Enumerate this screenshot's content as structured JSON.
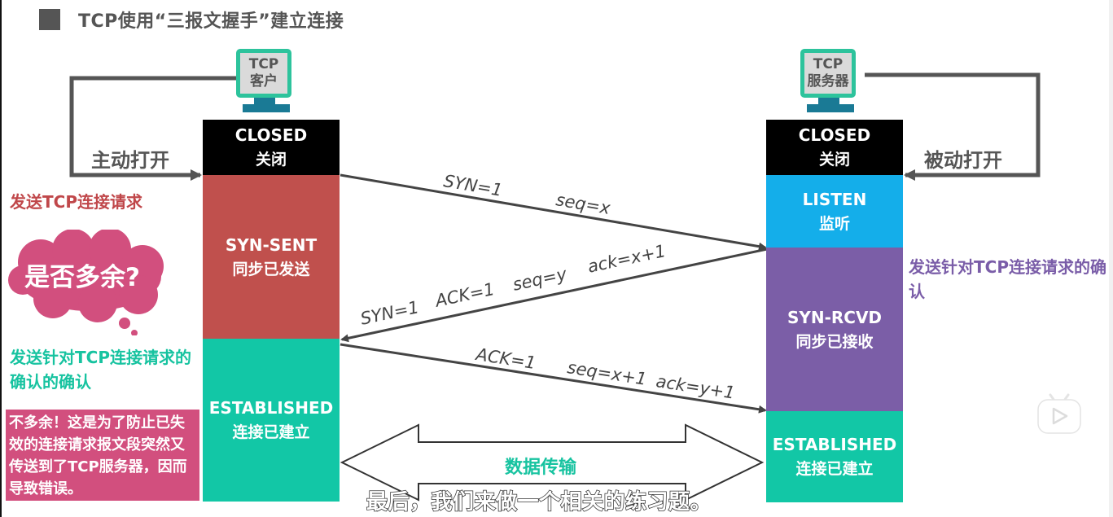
{
  "title": "TCP使用“三报文握手”建立连接",
  "client": {
    "monitor_line1": "TCP",
    "monitor_line2": "客户",
    "open_label": "主动打开",
    "states": [
      {
        "en": "CLOSED",
        "zh": "关闭",
        "color": "#000000"
      },
      {
        "en": "SYN-SENT",
        "zh": "同步已发送",
        "color": "#c0504d"
      },
      {
        "en": "ESTABLISHED",
        "zh": "连接已建立",
        "color": "#12c7a6"
      }
    ]
  },
  "server": {
    "monitor_line1": "TCP",
    "monitor_line2": "服务器",
    "open_label": "被动打开",
    "states": [
      {
        "en": "CLOSED",
        "zh": "关闭",
        "color": "#000000"
      },
      {
        "en": "LISTEN",
        "zh": "监听",
        "color": "#14aeea"
      },
      {
        "en": "SYN-RCVD",
        "zh": "同步已接收",
        "color": "#7b5ea7"
      },
      {
        "en": "ESTABLISHED",
        "zh": "连接已建立",
        "color": "#12c7a6"
      }
    ]
  },
  "messages": {
    "m1": {
      "syn": "SYN=1",
      "seq": "seq=x"
    },
    "m2": {
      "syn": "SYN=1",
      "ack_flag": "ACK=1",
      "seq": "seq=y",
      "ack": "ack=x+1"
    },
    "m3": {
      "ack_flag": "ACK=1",
      "seq": "seq=x+1",
      "ack": "ack=y+1"
    }
  },
  "annotations": {
    "send_request": "发送TCP连接请求",
    "question": "是否多余?",
    "ack_of_ack": "发送针对TCP连接请求的确认的确认",
    "explanation": "不多余！这是为了防止已失效的连接请求报文段突然又传送到了TCP服务器，因而导致错误。",
    "server_ack": "发送针对TCP连接请求的确认"
  },
  "data_transfer": "数据传输",
  "subtitle": "最后，我们来做一个相关的练习题。",
  "play_icon": "video-play-icon"
}
